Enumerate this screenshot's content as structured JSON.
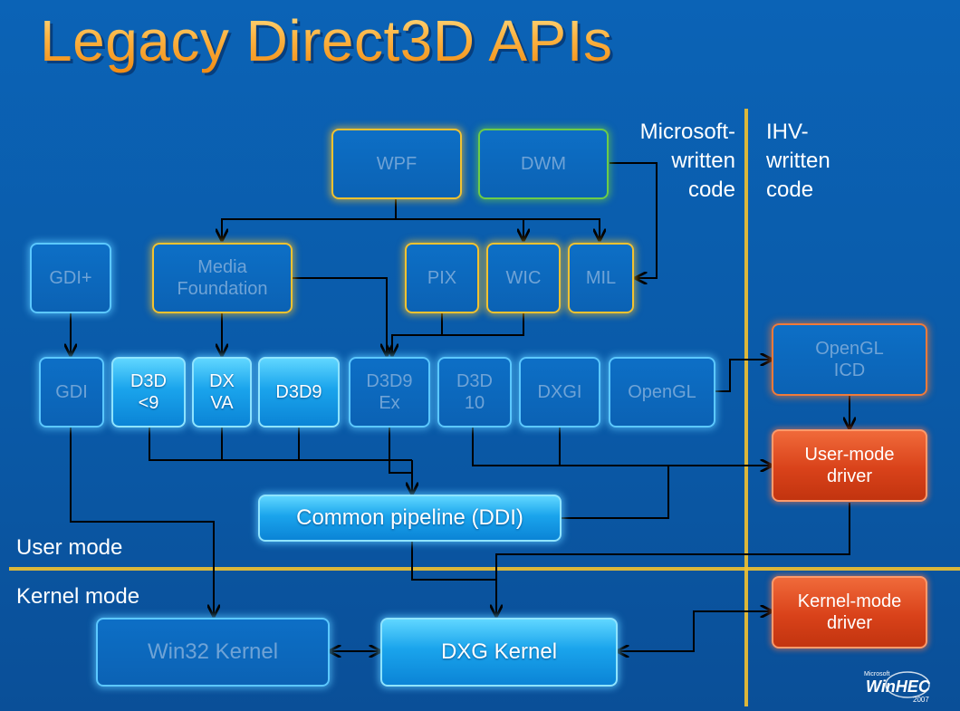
{
  "title": "Legacy Direct3D APIs",
  "labels": {
    "microsoft_written": "Microsoft-\nwritten\ncode",
    "ihv_written": "IHV-\nwritten\ncode",
    "user_mode": "User mode",
    "kernel_mode": "Kernel mode"
  },
  "boxes": {
    "wpf": "WPF",
    "dwm": "DWM",
    "gdiplus": "GDI+",
    "media_foundation": "Media\nFoundation",
    "pix": "PIX",
    "wic": "WIC",
    "mil": "MIL",
    "gdi": "GDI",
    "d3d_lt9": "D3D\n<9",
    "dxva": "DX\nVA",
    "d3d9": "D3D9",
    "d3d9ex": "D3D9\nEx",
    "d3d10": "D3D\n10",
    "dxgi": "DXGI",
    "opengl": "OpenGL",
    "opengl_icd": "OpenGL\nICD",
    "user_mode_driver": "User-mode\ndriver",
    "common_pipeline": "Common pipeline (DDI)",
    "win32_kernel": "Win32 Kernel",
    "dxg_kernel": "DXG Kernel",
    "kernel_mode_driver": "Kernel-mode\ndriver"
  },
  "logo": {
    "small": "Microsoft",
    "brand": "WinHEC",
    "year": "2007"
  },
  "colors": {
    "background": "#0a5aa8",
    "divider": "#f2c230",
    "wire": "#000000",
    "driver": "#d9421a"
  }
}
